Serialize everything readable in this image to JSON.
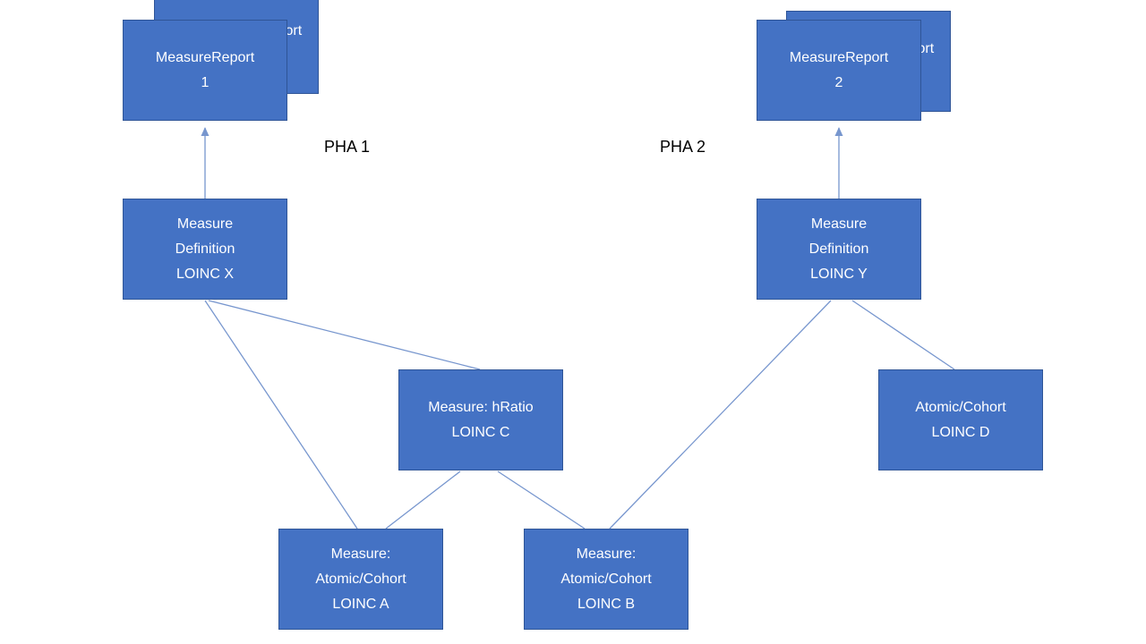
{
  "colors": {
    "box_fill": "#4472C4",
    "box_border": "#2F5597",
    "box_text": "#FFFFFF",
    "connector": "#7796CE",
    "label_text": "#000000",
    "background": "#FFFFFF"
  },
  "labels": {
    "pha_1": "PHA 1",
    "pha_2": "PHA 2"
  },
  "nodes": {
    "measure_report_1_back": {
      "lines": [
        "MeasureReport",
        "1"
      ]
    },
    "measure_report_1": {
      "lines": [
        "MeasureReport",
        "1"
      ]
    },
    "measure_report_2_back": {
      "lines": [
        "MeasureReport",
        "2"
      ]
    },
    "measure_report_2": {
      "lines": [
        "MeasureReport",
        "2"
      ]
    },
    "measure_definition_x": {
      "lines": [
        "Measure",
        "Definition",
        "LOINC X"
      ]
    },
    "measure_definition_y": {
      "lines": [
        "Measure",
        "Definition",
        "LOINC Y"
      ]
    },
    "measure_hratio_c": {
      "lines": [
        "Measure: hRatio",
        "LOINC C"
      ]
    },
    "atomic_cohort_d": {
      "lines": [
        "Atomic/Cohort",
        "LOINC D"
      ]
    },
    "measure_atomic_cohort_a": {
      "lines": [
        "Measure:",
        "Atomic/Cohort",
        "LOINC A"
      ]
    },
    "measure_atomic_cohort_b": {
      "lines": [
        "Measure:",
        "Atomic/Cohort",
        "LOINC B"
      ]
    }
  },
  "edges": [
    {
      "from": "measure_definition_x",
      "to": "measure_report_1",
      "type": "arrow"
    },
    {
      "from": "measure_definition_y",
      "to": "measure_report_2",
      "type": "arrow"
    },
    {
      "from": "measure_definition_x",
      "to": "measure_hratio_c",
      "type": "line"
    },
    {
      "from": "measure_definition_x",
      "to": "measure_atomic_cohort_a",
      "type": "line"
    },
    {
      "from": "measure_hratio_c",
      "to": "measure_atomic_cohort_a",
      "type": "line"
    },
    {
      "from": "measure_hratio_c",
      "to": "measure_atomic_cohort_b",
      "type": "line"
    },
    {
      "from": "measure_definition_y",
      "to": "measure_atomic_cohort_b",
      "type": "line"
    },
    {
      "from": "measure_definition_y",
      "to": "atomic_cohort_d",
      "type": "line"
    }
  ]
}
